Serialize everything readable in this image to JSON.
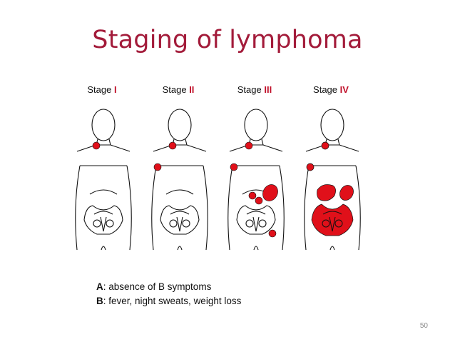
{
  "title": "Staging of lymphoma",
  "stages": [
    {
      "prefix": "Stage",
      "numeral": "I"
    },
    {
      "prefix": "Stage",
      "numeral": "II"
    },
    {
      "prefix": "Stage",
      "numeral": "III"
    },
    {
      "prefix": "Stage",
      "numeral": "IV"
    }
  ],
  "legend": [
    {
      "key": "A",
      "text": ": absence of B symptoms"
    },
    {
      "key": "B",
      "text": ": fever, night sweats, weight loss"
    }
  ],
  "page_number": "50",
  "colors": {
    "title": "#a31b3a",
    "stage_numeral": "#c0102a",
    "lesion": "#e0101a",
    "outline": "#111111"
  }
}
